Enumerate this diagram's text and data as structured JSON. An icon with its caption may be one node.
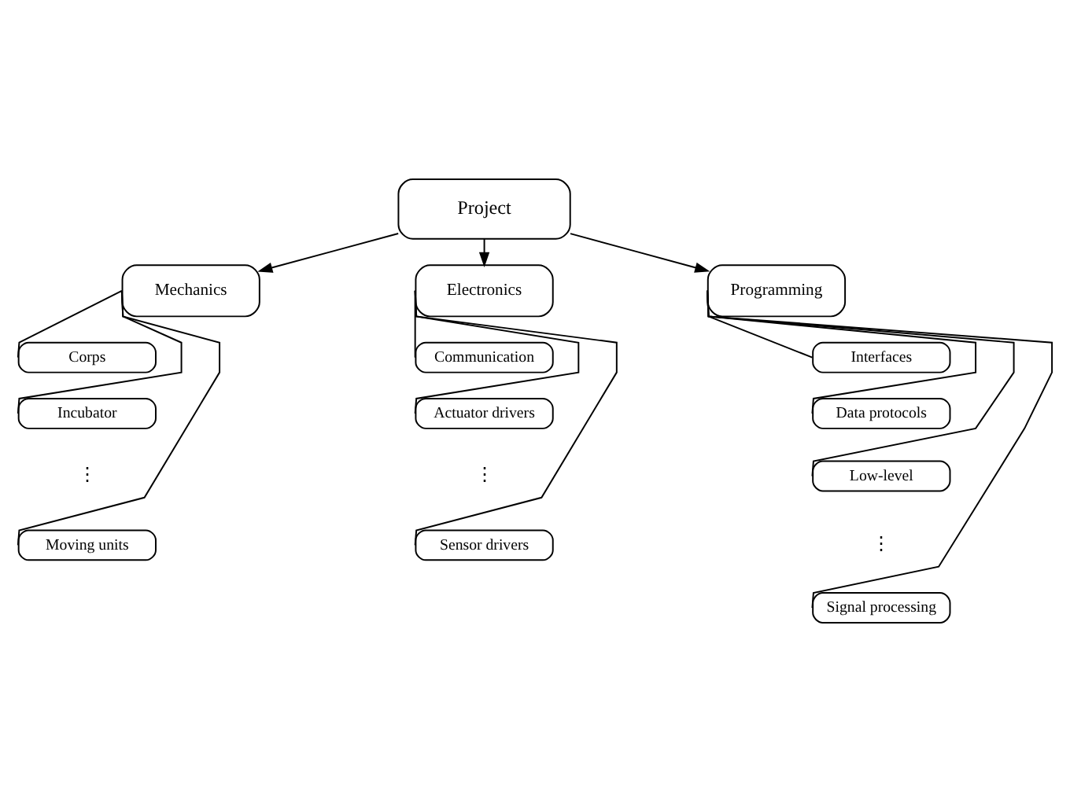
{
  "diagram": {
    "nodes": [
      {
        "text": [
          "Project"
        ]
      },
      {
        "text": [
          "Mechanics"
        ]
      },
      {
        "text": [
          "Corps"
        ]
      },
      {
        "text": [
          "Incubator"
        ]
      },
      {
        "text": [
          "Moving units"
        ]
      },
      {
        "text": [
          "Electronics"
        ]
      },
      {
        "text": [
          "Communication"
        ]
      },
      {
        "text": [
          "Actuator drivers"
        ]
      },
      {
        "text": [
          "Sensor drivers"
        ]
      },
      {
        "text": [
          "Programming"
        ]
      },
      {
        "text": [
          "Interfaces"
        ]
      },
      {
        "text": [
          "Data protocols"
        ]
      },
      {
        "text": [
          "Low-level"
        ]
      },
      {
        "text": [
          "Signal processing"
        ]
      }
    ],
    "edges": [
      {
        "from": 0,
        "to": 1,
        "arrow": "to"
      },
      {
        "from": 0,
        "to": 5,
        "arrow": "to"
      },
      {
        "from": 0,
        "to": 9,
        "arrow": "to"
      },
      {
        "from": 1,
        "to": 2,
        "arrow": "none"
      },
      {
        "from": 1,
        "to": 3,
        "arrow": "none"
      },
      {
        "from": 1,
        "to": 4,
        "arrow": "none"
      },
      {
        "from": 5,
        "to": 6,
        "arrow": "none"
      },
      {
        "from": 5,
        "to": 7,
        "arrow": "none"
      },
      {
        "from": 5,
        "to": 8,
        "arrow": "none"
      },
      {
        "from": 9,
        "to": 10,
        "arrow": "none"
      },
      {
        "from": 9,
        "to": 11,
        "arrow": "none"
      },
      {
        "from": 9,
        "to": 12,
        "arrow": "none"
      },
      {
        "from": 9,
        "to": 13,
        "arrow": "none"
      }
    ],
    "labels": [
      "⋮",
      "⋮",
      "⋮"
    ]
  }
}
